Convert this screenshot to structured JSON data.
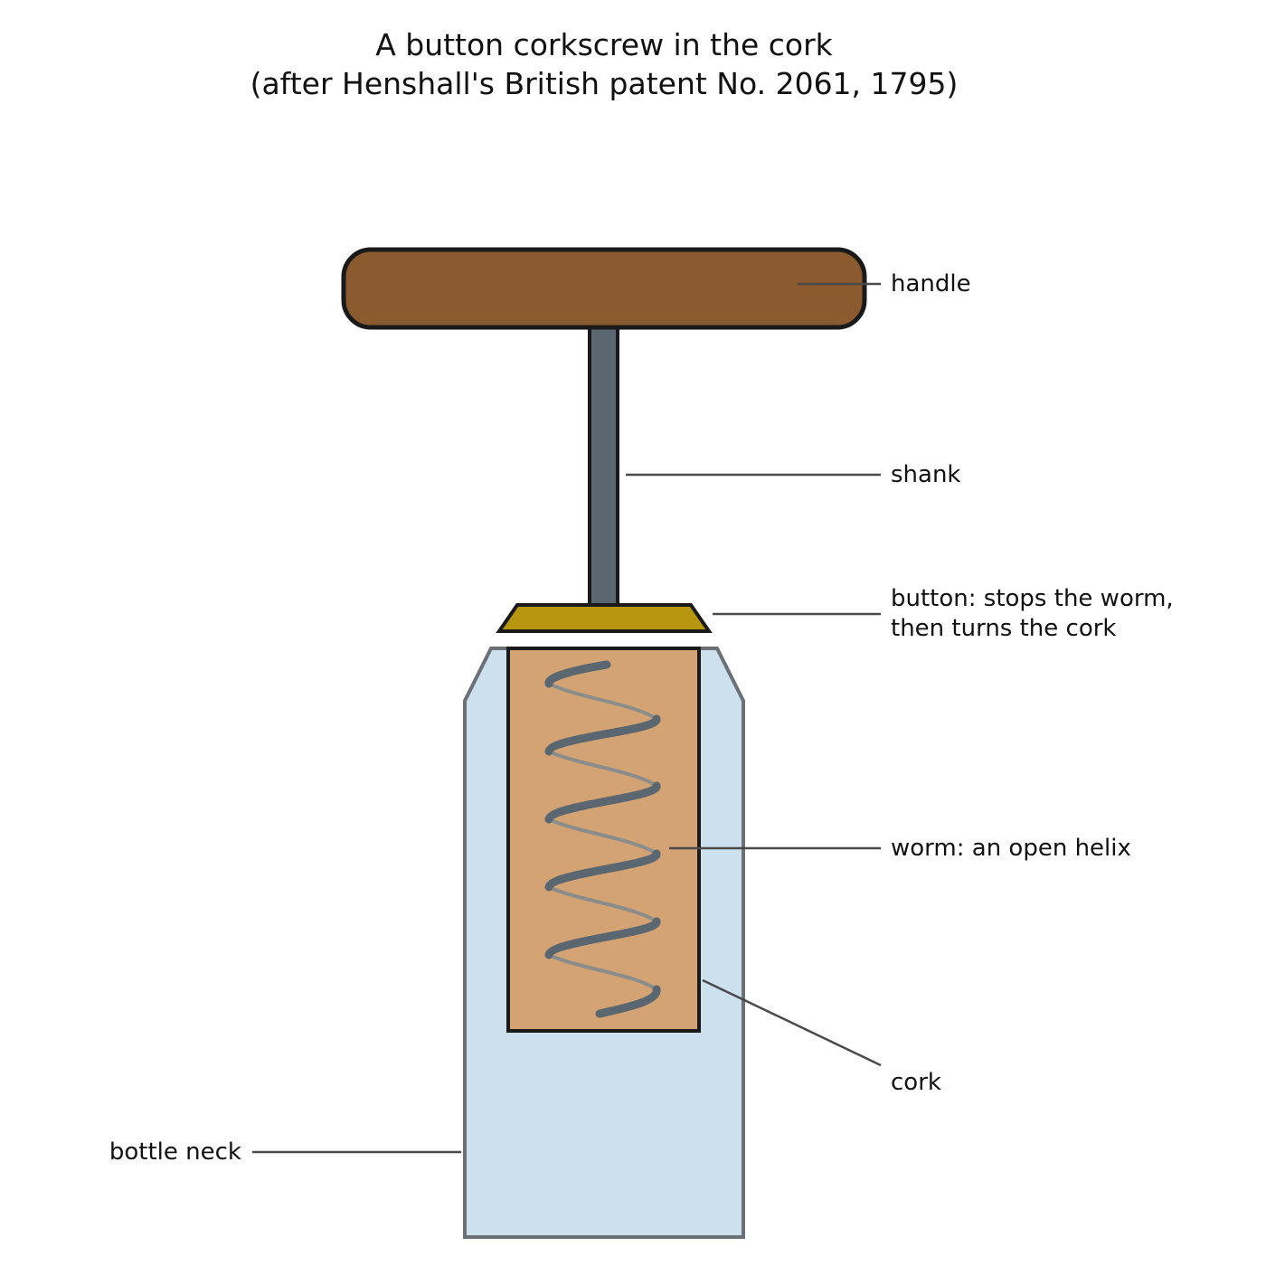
{
  "title": {
    "line1": "A button corkscrew in the cork",
    "line2": "(after Henshall's British patent No. 2061, 1795)"
  },
  "labels": {
    "handle": "handle",
    "shank": "shank",
    "button_line1": "button: stops the worm,",
    "button_line2": "then turns the cork",
    "worm": "worm: an open helix",
    "cork": "cork",
    "bottle_neck": "bottle neck"
  },
  "colors": {
    "handle": "#8b5a2f",
    "shank": "#5a6670",
    "button": "#b8960f",
    "cork": "#d4a373",
    "bottle": "#cce0ee",
    "bottle_outline": "#6b7075",
    "worm": "#5a6670",
    "outline": "#1a1a1a"
  }
}
